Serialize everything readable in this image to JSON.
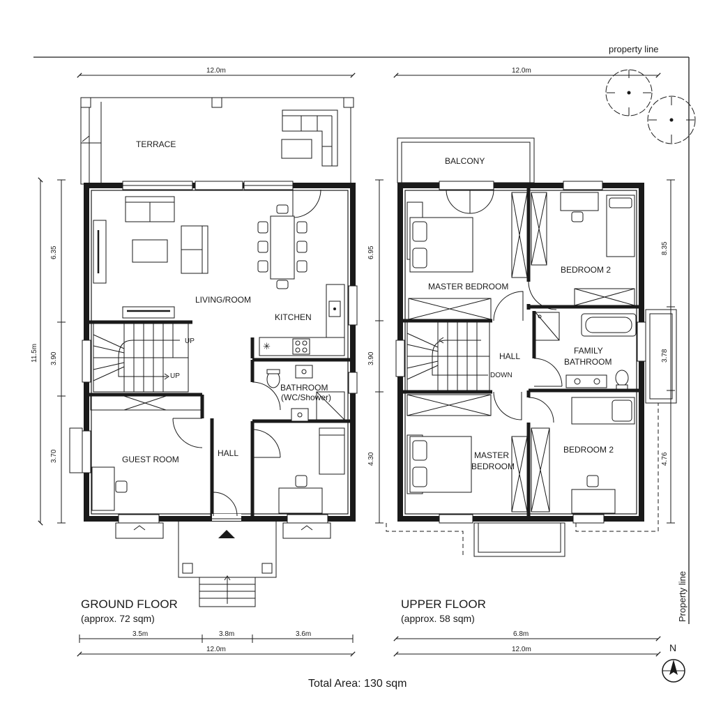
{
  "property_line_top": "property line",
  "property_line_side": "Property line",
  "ground_floor": {
    "title": "GROUND FLOOR",
    "area": "(approx. 72 sqm)",
    "rooms": {
      "terrace": "TERRACE",
      "living": "LIVING/ROOM",
      "kitchen": "KITCHEN",
      "bathroom": "BATHROOM",
      "bathroom_sub": "(WC/Shower)",
      "guest": "GUEST ROOM",
      "hall": "HALL"
    },
    "stair_up_1": "UP",
    "stair_up_2": "UP",
    "dims": {
      "top": "12.0m",
      "left_total": "11.5m",
      "left_1": "6.35",
      "left_2": "3.90",
      "left_3": "3.70",
      "bottom_1": "3.5m",
      "bottom_2": "3.8m",
      "bottom_3": "3.6m",
      "bottom_total": "12.0m"
    }
  },
  "upper_floor": {
    "title": "UPPER FLOOR",
    "area": "(approx. 58 sqm)",
    "rooms": {
      "balcony": "BALCONY",
      "master_bedroom_1": "MASTER BEDROOM",
      "bedroom2_top": "BEDROOM 2",
      "hall": "HALL",
      "family_bath_1": "FAMILY",
      "family_bath_2": "BATHROOM",
      "master_bedroom_2a": "MASTER",
      "master_bedroom_2b": "BEDROOM",
      "bedroom2_bottom": "BEDROOM 2"
    },
    "stair_down": "DOWN",
    "dims": {
      "top": "12.0m",
      "left_1": "6.95",
      "left_2": "3.90",
      "left_3": "4.30",
      "right_1": "8.35",
      "right_2": "3.78",
      "right_3": "4.76",
      "bottom_1": "6.8m",
      "bottom_total": "12.0m"
    }
  },
  "total_area": "Total Area: 130 sqm",
  "compass": "N",
  "colors": {
    "line": "#1a1a1a",
    "background": "#ffffff"
  }
}
